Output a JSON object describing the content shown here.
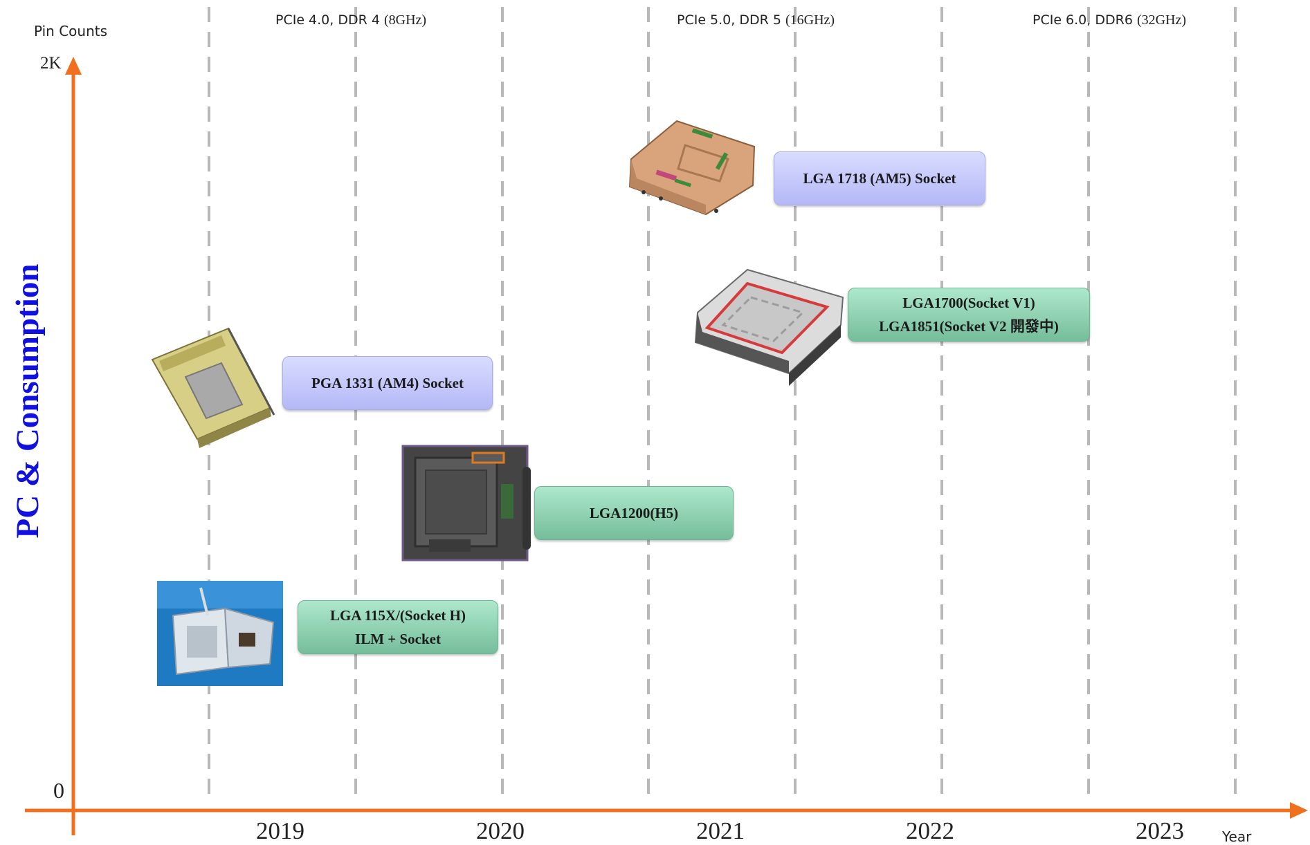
{
  "y_axis": {
    "label": "Pin  Counts",
    "max_label": "2K",
    "min_label": "0"
  },
  "x_axis": {
    "label": "Year",
    "years": [
      "2019",
      "2020",
      "2021",
      "2022",
      "2023"
    ]
  },
  "side_title": "PC & Consumption",
  "headers": [
    {
      "main": "PCIe 4.0, DDR 4 ",
      "freq": "(8GHz)"
    },
    {
      "main": "PCIe 5.0, DDR 5 ",
      "freq": "(16GHz)"
    },
    {
      "main": "PCIe 6.0, DDR6 ",
      "freq": "(32GHz)"
    }
  ],
  "sockets": {
    "am5": {
      "line1": "LGA 1718 (AM5)  Socket"
    },
    "v1": {
      "line1": "LGA1700(Socket V1)",
      "line2": "LGA1851(Socket V2 開發中)"
    },
    "am4": {
      "line1": "PGA 1331 (AM4)  Socket"
    },
    "h5": {
      "line1": "LGA1200(H5)"
    },
    "h": {
      "line1": "LGA 115X/(Socket H)",
      "line2": "ILM + Socket"
    }
  },
  "colors": {
    "axis": "#f07020",
    "title": "#1010e0",
    "grid": "#b8b8b8",
    "purple_box": "#c4c7fa",
    "green_box": "#8fd3b2"
  }
}
